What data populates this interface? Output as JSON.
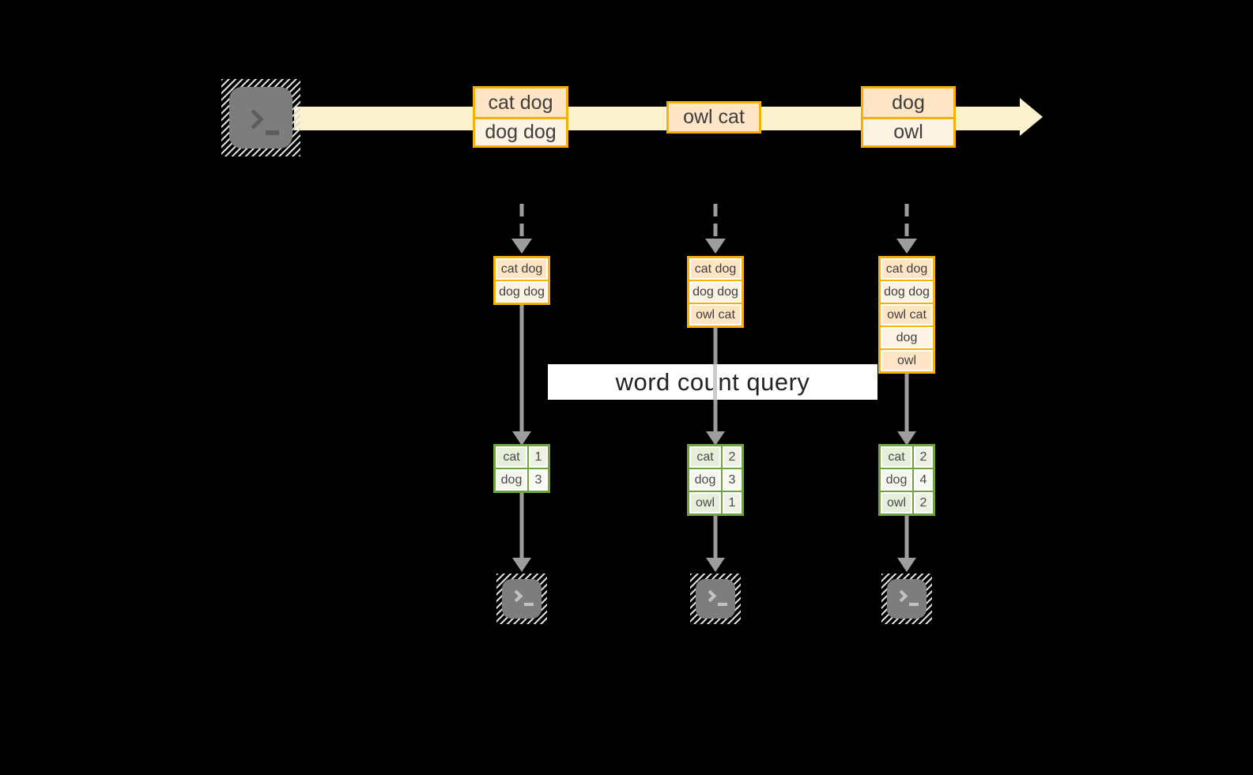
{
  "diagram": {
    "banner": {
      "label": "word count query"
    },
    "stream": {
      "events": [
        {
          "rows": [
            "cat dog",
            "dog dog"
          ]
        },
        {
          "rows": [
            "owl cat"
          ]
        },
        {
          "rows": [
            "dog",
            "owl"
          ]
        }
      ]
    },
    "pipelines": [
      {
        "buffer": [
          "cat dog",
          "dog dog"
        ],
        "counts": [
          [
            "cat",
            "1"
          ],
          [
            "dog",
            "3"
          ]
        ]
      },
      {
        "buffer": [
          "cat dog",
          "dog dog",
          "owl cat"
        ],
        "counts": [
          [
            "cat",
            "2"
          ],
          [
            "dog",
            "3"
          ],
          [
            "owl",
            "1"
          ]
        ]
      },
      {
        "buffer": [
          "cat dog",
          "dog dog",
          "owl cat",
          "dog",
          "owl"
        ],
        "counts": [
          [
            "cat",
            "2"
          ],
          [
            "dog",
            "4"
          ],
          [
            "owl",
            "2"
          ]
        ]
      }
    ],
    "colors": {
      "gold": "#f6b104",
      "peach": "#fde5c6",
      "cream": "#fdf3e4",
      "band": "#fcf2cd",
      "green": "#6fa441",
      "green_row_light": "#e7eeda",
      "green_row_lighter": "#f3f7ee",
      "arrow_gray": "#9d9d9d",
      "terminal_gray": "#7d7d7d",
      "background": "#000000"
    }
  }
}
